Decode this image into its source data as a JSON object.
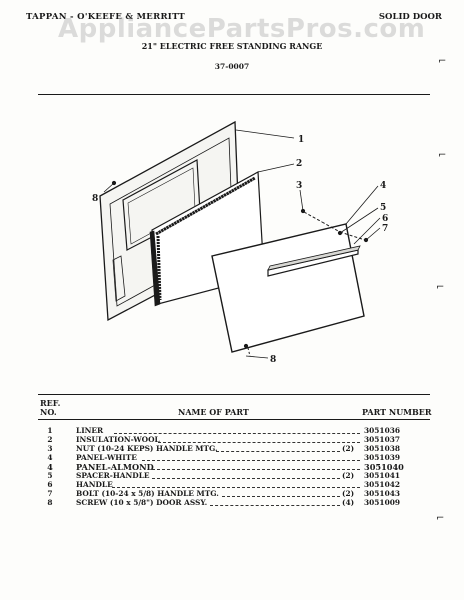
{
  "header": {
    "brand": "TAPPAN - O'KEEFE & MERRITT",
    "section": "SOLID DOOR",
    "subtitle": "21\" ELECTRIC FREE STANDING RANGE",
    "model": "37-0007"
  },
  "watermark": "AppliancePartsPros.com",
  "diagram": {
    "callouts": [
      "1",
      "2",
      "3",
      "4",
      "5",
      "6",
      "7",
      "8",
      "8"
    ]
  },
  "table": {
    "ref_header_line1": "REF.",
    "ref_header_line2": "NO.",
    "name_header": "NAME OF PART",
    "part_header": "PART NUMBER",
    "rows": [
      {
        "ref": "1",
        "name": "LINER",
        "qty": "",
        "part": "3051036"
      },
      {
        "ref": "2",
        "name": "INSULATION-WOOL",
        "qty": "",
        "part": "3051037"
      },
      {
        "ref": "3",
        "name": "NUT (10-24 KEPS) HANDLE MTG.",
        "qty": "(2)",
        "part": "3051038"
      },
      {
        "ref": "4",
        "name": "PANEL-WHITE",
        "qty": "",
        "part": "3051039"
      },
      {
        "ref": "4",
        "name": "PANEL-ALMOND",
        "qty": "",
        "part": "3051040"
      },
      {
        "ref": "5",
        "name": "SPACER-HANDLE",
        "qty": "(2)",
        "part": "3051041"
      },
      {
        "ref": "6",
        "name": "HANDLE",
        "qty": "",
        "part": "3051042"
      },
      {
        "ref": "7",
        "name": "BOLT (10-24 x 5/8) HANDLE MTG.",
        "qty": "(2)",
        "part": "3051043"
      },
      {
        "ref": "8",
        "name": "SCREW (10 x 5/8\") DOOR ASSY.",
        "qty": "(4)",
        "part": "3051009"
      }
    ]
  }
}
